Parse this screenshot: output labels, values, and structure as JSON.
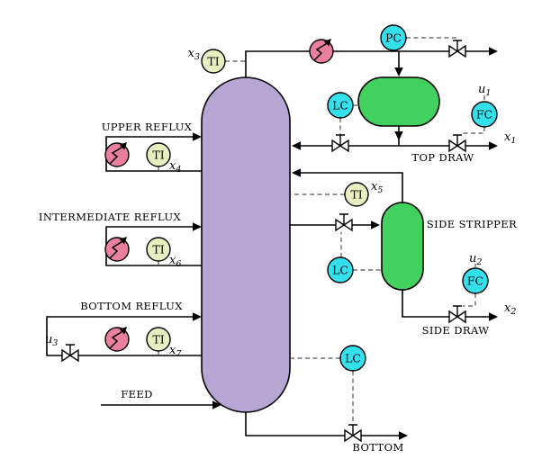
{
  "colors": {
    "column-fill": "#b7a6d3",
    "vessel-fill": "#42d15e",
    "controller-fill": "#35e0ed",
    "indicator-fill": "#e9eec0",
    "exchanger-fill": "#ea7f9f",
    "line-color": "#000000",
    "signal-color": "#555555"
  },
  "labels": {
    "upper_reflux": "UPPER REFLUX",
    "intermediate_reflux": "INTERMEDIATE REFLUX",
    "bottom_reflux": "BOTTOM REFLUX",
    "feed": "FEED",
    "bottom": "BOTTOM",
    "top_draw": "TOP DRAW",
    "side_draw": "SIDE DRAW",
    "side_stripper": "SIDE STRIPPER"
  },
  "instruments": {
    "pc": "PC",
    "lc": "LC",
    "fc": "FC",
    "ti": "TI"
  },
  "variables": {
    "x1": {
      "base": "x",
      "sub": "1"
    },
    "x2": {
      "base": "x",
      "sub": "2"
    },
    "x3": {
      "base": "x",
      "sub": "3"
    },
    "x4": {
      "base": "x",
      "sub": "4"
    },
    "x5": {
      "base": "x",
      "sub": "5"
    },
    "x6": {
      "base": "x",
      "sub": "6"
    },
    "x7": {
      "base": "x",
      "sub": "7"
    },
    "u1": {
      "base": "u",
      "sub": "1"
    },
    "u2": {
      "base": "u",
      "sub": "2"
    },
    "u3": {
      "base": "u",
      "sub": "3"
    }
  }
}
